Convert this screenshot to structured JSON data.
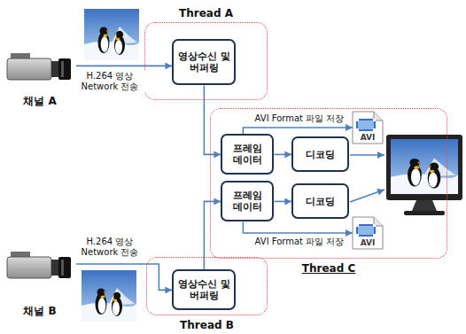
{
  "diagram": {
    "nodes": [
      {
        "text": [
          "Thread A"
        ]
      },
      {
        "text": [
          "영상수신 및 버퍼링"
        ],
        "in": 0
      },
      {
        "text": [
          "채널 A"
        ]
      },
      {
        "text": [
          "AVI"
        ]
      },
      {
        "text": [
          "Thread C"
        ]
      },
      {
        "text": [
          "프레임 데이터"
        ],
        "in": 4
      },
      {
        "text": [
          "디코딩"
        ],
        "in": 4
      },
      {
        "text": [
          "프레임 데이터"
        ],
        "in": 4
      },
      {
        "text": [
          "디코딩"
        ],
        "in": 4
      },
      {
        "text": [
          "AVI"
        ]
      },
      {
        "text": [
          "채널 B"
        ]
      },
      {
        "text": [
          "Thread B"
        ]
      },
      {
        "text": [
          "영상수신 및 버퍼링"
        ],
        "in": 11
      }
    ],
    "edges": [
      {
        "from": 2,
        "to": 1,
        "arrow": "to",
        "label": "H.264 영상 Network 전송"
      },
      {
        "from": 1,
        "to": 5,
        "arrow": "to"
      },
      {
        "from": 5,
        "to": 6,
        "arrow": "to"
      },
      {
        "from": 5,
        "to": 3,
        "arrow": "to",
        "label": "AVI Format 파일 저장"
      },
      {
        "from": 10,
        "to": 12,
        "arrow": "to",
        "label": "H.264 영상 Network 전송"
      },
      {
        "from": 12,
        "to": 7,
        "arrow": "to"
      },
      {
        "from": 7,
        "to": 8,
        "arrow": "to"
      },
      {
        "from": 7,
        "to": 9,
        "arrow": "to",
        "label": "AVI Format 파일 저장"
      }
    ]
  }
}
